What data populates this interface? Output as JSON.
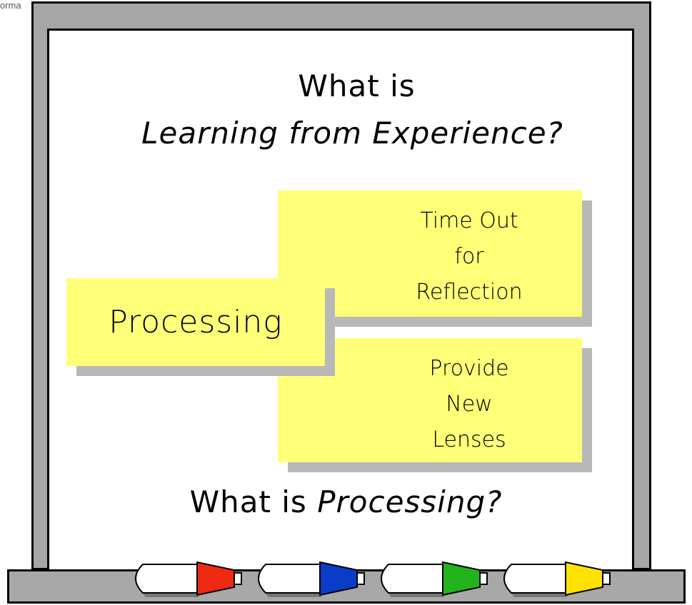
{
  "header": {
    "corner_label": "orma"
  },
  "whiteboard": {
    "title_line_1": "What is",
    "title_line_2": "Learning from Experience?",
    "notes": {
      "reflection": [
        "Time Out",
        "for",
        "Reflection"
      ],
      "processing": "Processing",
      "lenses": [
        "Provide",
        "New",
        "Lenses"
      ]
    },
    "question_prefix": "What is",
    "question_emphasis": "Processing?"
  },
  "markers": {
    "colors": [
      "#ee2a12",
      "#0a3cc8",
      "#22b41a",
      "#ffe200"
    ],
    "icon_names": [
      "red-marker-icon",
      "blue-marker-icon",
      "green-marker-icon",
      "yellow-marker-icon"
    ]
  },
  "colors": {
    "frame": "#a6a6a6",
    "sticky_note": "#ffff78",
    "note_shadow": "#b8b8b8"
  }
}
